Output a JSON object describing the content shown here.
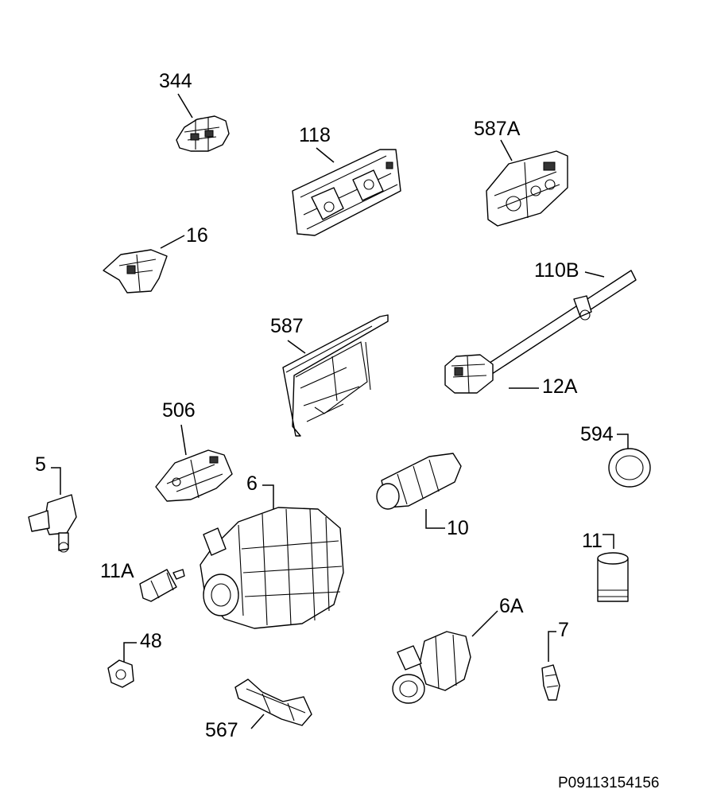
{
  "diagram": {
    "reference": "P09113154156",
    "labels": {
      "p344": "344",
      "p118": "118",
      "p587A": "587A",
      "p16": "16",
      "p110B": "110B",
      "p587": "587",
      "p12A": "12A",
      "p506": "506",
      "p594": "594",
      "p5": "5",
      "p6": "6",
      "p10": "10",
      "p11": "11",
      "p11A": "11A",
      "p48": "48",
      "p6A": "6A",
      "p7": "7",
      "p567": "567"
    }
  }
}
